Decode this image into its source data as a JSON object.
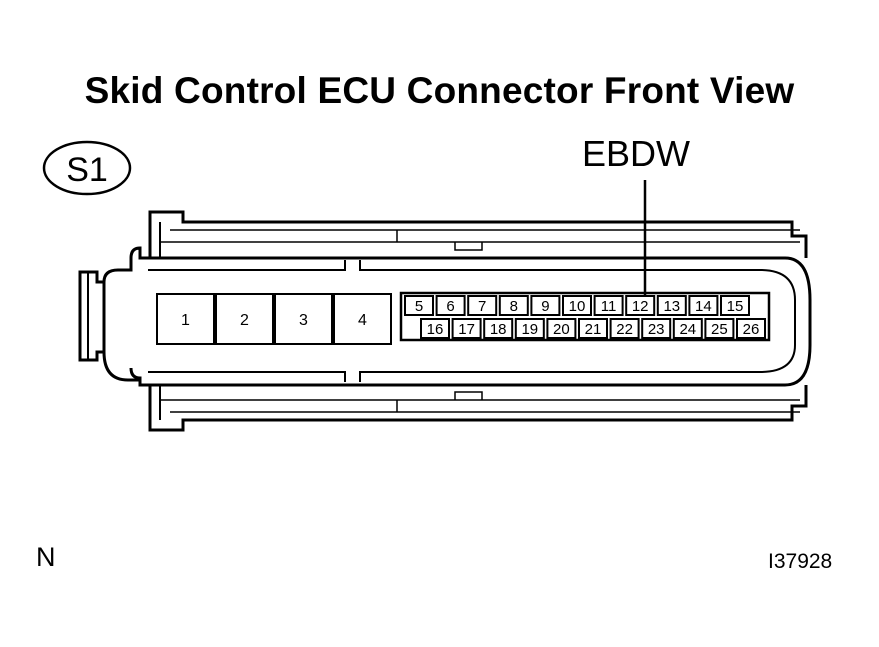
{
  "title": "Skid Control ECU Connector Front View",
  "connector_code": "S1",
  "callout": {
    "label": "EBDW",
    "pin": "12"
  },
  "large_pins": [
    "1",
    "2",
    "3",
    "4"
  ],
  "small_pins_top": [
    "5",
    "6",
    "7",
    "8",
    "9",
    "10",
    "11",
    "12",
    "13",
    "14",
    "15"
  ],
  "small_pins_bottom": [
    "16",
    "17",
    "18",
    "19",
    "20",
    "21",
    "22",
    "23",
    "24",
    "25",
    "26"
  ],
  "footer": {
    "left_code": "N",
    "figure_id": "I37928"
  }
}
